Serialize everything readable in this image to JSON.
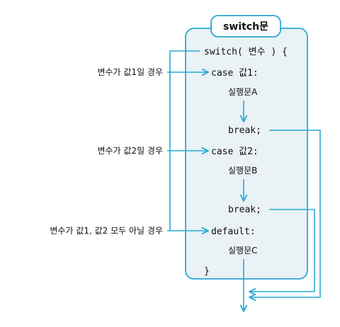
{
  "title": "switch문",
  "code": {
    "switch_line": "switch( 변수 ) {",
    "case1": "case 값1:",
    "stmt_a": "실행문A",
    "break1": "break;",
    "case2": "case 값2:",
    "stmt_b": "실행문B",
    "break2": "break;",
    "default": "default:",
    "stmt_c": "실행문C",
    "close": "}"
  },
  "conditions": {
    "case1": "변수가 값1일 경우",
    "case2": "변수가 값2일 경우",
    "default": "변수가 값1, 값2 모두 아닐 경우"
  },
  "colors": {
    "accent": "#29a8d3",
    "box_fill": "#eaf2f5",
    "text": "#111111"
  }
}
